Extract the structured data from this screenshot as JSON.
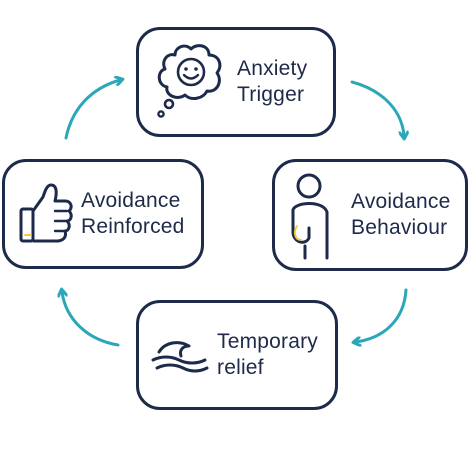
{
  "diagram": {
    "nodes": {
      "top": {
        "line1": "Anxiety",
        "line2": "Trigger",
        "icon": "smiley-thought-bubble-icon"
      },
      "right": {
        "line1": "Avoidance",
        "line2": "Behaviour",
        "icon": "person-turning-away-icon"
      },
      "bottom": {
        "line1": "Temporary",
        "line2": "relief",
        "icon": "wave-relief-icon"
      },
      "left": {
        "line1": "Avoidance",
        "line2": "Reinforced",
        "icon": "thumbs-up-icon"
      }
    },
    "colors": {
      "box_border": "#1e2a4a",
      "text": "#1e2a4a",
      "arrow": "#2aa7b8",
      "icon_stroke": "#1e2a4a",
      "icon_accent": "#f2c94c"
    },
    "flow": "clockwise"
  }
}
